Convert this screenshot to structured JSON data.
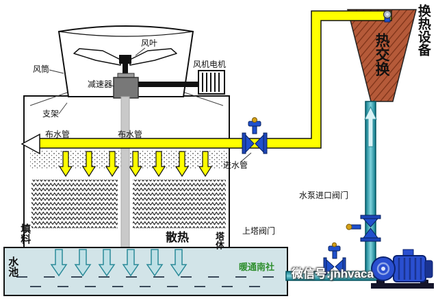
{
  "labels": {
    "fan_blade": "风叶",
    "duct": "风筒",
    "fan_motor": "风机电机",
    "reducer": "减速器",
    "bracket": "支架",
    "dist_pipe_left": "布水管",
    "dist_pipe_right": "布水管",
    "inlet_pipe": "进水管",
    "fill": "填料",
    "heat_dissipation": "散热",
    "tower_body": "塔体",
    "pool": "水池",
    "pump_inlet_valve": "水泵进口阀门",
    "tower_valve": "上塔阀门",
    "exchanger_device": "换热设备",
    "heat_exchange": "热交换"
  },
  "watermarks": {
    "brand": "暖通南社",
    "wechat": "微信号:jnhvaca"
  },
  "colors": {
    "supply_pipe_yellow": "#ffff00",
    "riser_pipe_teal": "#0b7888",
    "exchanger_red": "#b55a39",
    "valve_blue": "#2050cc",
    "pump_blue": "#2a4fd0",
    "pool_water": "#d2e4e8",
    "watermark_green": "#2f8f2f"
  }
}
